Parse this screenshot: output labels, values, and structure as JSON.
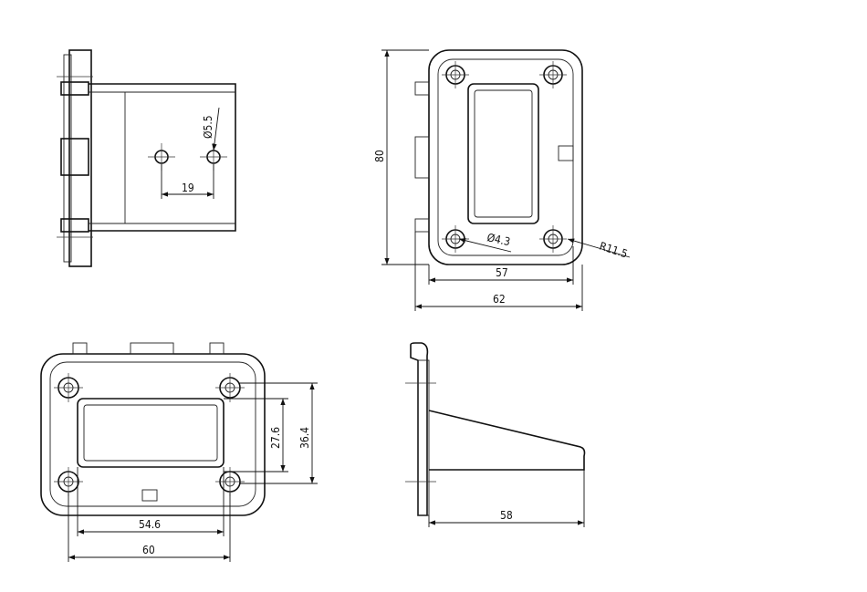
{
  "drawing": {
    "side_view": {
      "hole_diameter": "Ø5.5",
      "hole_spacing": "19"
    },
    "front_view": {
      "height": "80",
      "hole_pitch_width": "57",
      "overall_width": "62",
      "mount_hole": "Ø4.3",
      "corner_radius": "R11.5"
    },
    "rear_view": {
      "window_height": "27.6",
      "hole_pitch_height": "36.4",
      "window_width": "54.6",
      "overall_width": "60"
    },
    "profile_view": {
      "depth": "58"
    }
  }
}
